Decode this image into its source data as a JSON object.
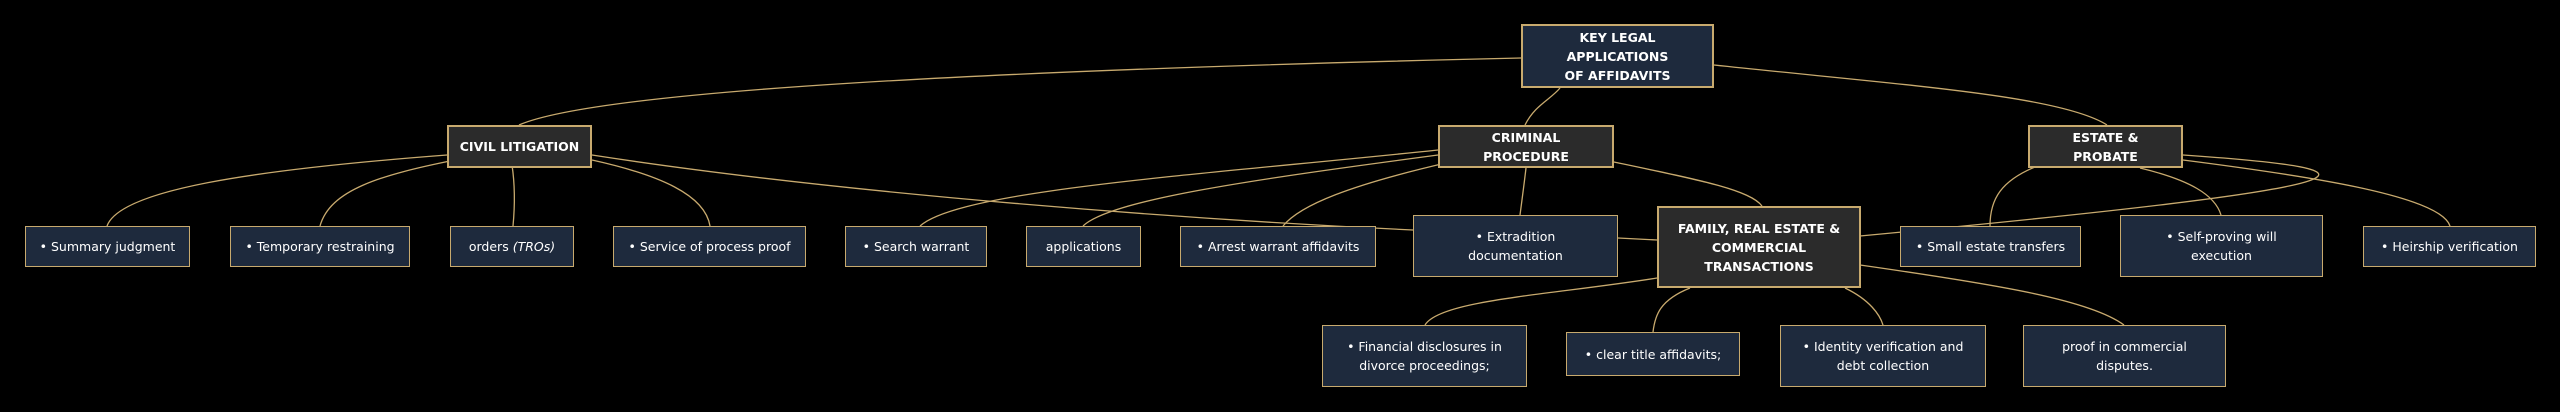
{
  "root": {
    "line1": "KEY LEGAL APPLICATIONS",
    "line2": "OF AFFIDAVITS"
  },
  "categories": {
    "civil": "CIVIL LITIGATION",
    "criminal": "CRIMINAL PROCEDURE",
    "estate": "ESTATE & PROBATE",
    "family": {
      "line1": "FAMILY, REAL ESTATE &",
      "line2": "COMMERCIAL",
      "line3": "TRANSACTIONS"
    }
  },
  "leaves": {
    "summary_judgment": "• Summary judgment",
    "temporary_restraining": "• Temporary restraining",
    "orders_prefix": "orders ",
    "orders_tros": "(TROs)",
    "service_of_process": "• Service of process proof",
    "search_warrant": "• Search warrant",
    "applications": "applications",
    "arrest_warrant": "• Arrest warrant affidavits",
    "extradition": {
      "line1": "• Extradition",
      "line2": "documentation"
    },
    "small_estate": "• Small estate transfers",
    "self_proving_will": {
      "line1": "• Self-proving will",
      "line2": "execution"
    },
    "heirship": "• Heirship verification",
    "financial_disclosures": {
      "line1": "• Financial disclosures in",
      "line2": "divorce proceedings;"
    },
    "clear_title": "• clear title affidavits;",
    "identity_verification": {
      "line1": "• Identity verification and",
      "line2": "debt collection"
    },
    "proof_commercial": {
      "line1": "proof in commercial",
      "line2": "disputes."
    }
  },
  "colors": {
    "background": "#000000",
    "edge": "#c8aa6e",
    "node_fill": "#1e2a3d",
    "category_fill": "#2b2b2b",
    "text": "#ffffff"
  }
}
